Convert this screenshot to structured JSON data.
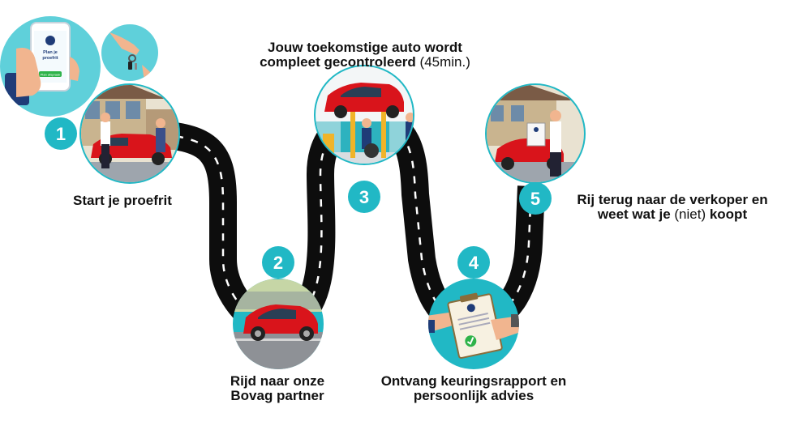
{
  "steps": [
    {
      "number": "1",
      "title": "Start je proefrit"
    },
    {
      "number": "2",
      "title_line1": "Rijd naar onze",
      "title_line2": "Bovag partner"
    },
    {
      "number": "3",
      "title_line1": "Jouw toekomstige auto wordt",
      "title_line2_bold": "compleet gecontroleerd ",
      "title_line2_light": "(45min.)"
    },
    {
      "number": "4",
      "title_line1": "Ontvang keuringsrapport en",
      "title_line2": "persoonlijk advies"
    },
    {
      "number": "5",
      "title_line1": "Rij terug naar de verkoper en",
      "title_line2_a": "weet wat je ",
      "title_line2_light": "(niet)",
      "title_line2_b": " koopt"
    }
  ],
  "phone_screen": {
    "line1": "Plan je",
    "line2": "proefrit",
    "button": "Plan afspraak"
  },
  "colors": {
    "accent": "#21b8c5",
    "accent_light": "#5fd0da",
    "road": "#0d0d0d",
    "road_marking": "#ffffff",
    "car": "#d9141b"
  }
}
